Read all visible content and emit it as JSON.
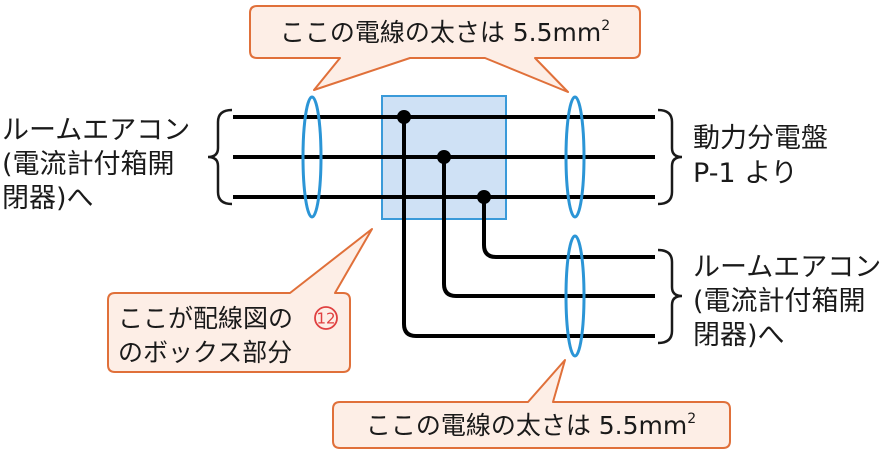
{
  "left_label": {
    "lines": [
      "ルームエアコン",
      "(電流計付箱開",
      "閉器)へ"
    ]
  },
  "right_top_label": {
    "lines": [
      "動力分電盤",
      "P-1 より"
    ]
  },
  "right_bottom_label": {
    "lines": [
      "ルームエアコン",
      "(電流計付箱開",
      "閉器)へ"
    ]
  },
  "callout_top": {
    "text": "ここの電線の太さは 5.5mm",
    "sup": "2"
  },
  "callout_bottom": {
    "text": "ここの電線の太さは 5.5mm",
    "sup": "2"
  },
  "callout_box": {
    "line1": "ここが配線図の",
    "circled_number": "12",
    "line2": "のボックス部分"
  },
  "colors": {
    "wire": "#000000",
    "junction_box_fill": "#cfe1f5",
    "junction_box_stroke": "#3a9ad9",
    "ellipse": "#2b95d6",
    "callout_fill": "#fdeee6",
    "callout_stroke": "#e0703a",
    "circled_number": "#e04040"
  }
}
